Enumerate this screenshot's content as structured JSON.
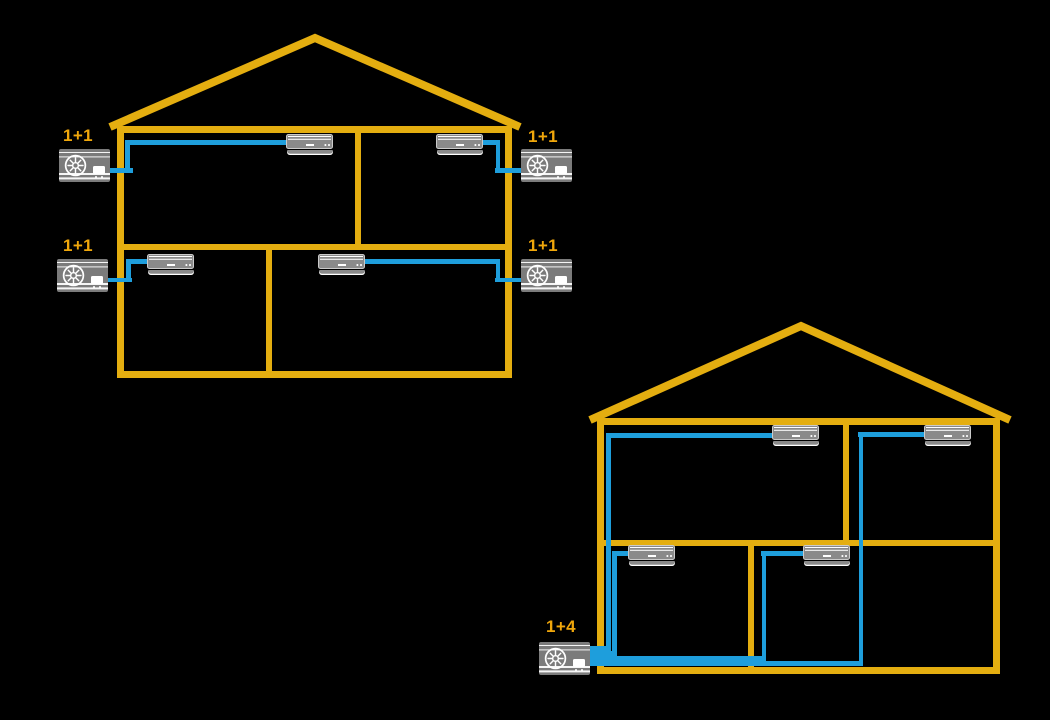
{
  "scene": {
    "background": "#000000",
    "colors": {
      "house_outline": "#E4AE10",
      "pipe": "#1E9EDC",
      "label": "#F0A70B",
      "outdoor_unit_body": "#7B7B7B",
      "indoor_unit_body": "#8A8A8A",
      "unit_detail": "#FFFFFF"
    },
    "left_house": {
      "labels": [
        "1+1",
        "1+1",
        "1+1",
        "1+1"
      ],
      "indoor_unit_count": 4,
      "outdoor_unit_count": 4
    },
    "right_house": {
      "labels": [
        "1+4"
      ],
      "indoor_unit_count": 4,
      "outdoor_unit_count": 1
    }
  }
}
